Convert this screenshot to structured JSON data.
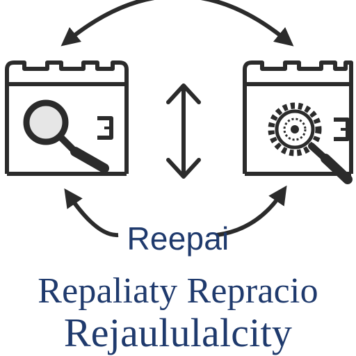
{
  "diagram": {
    "left_panel": {
      "icon": "magnifier-icon"
    },
    "right_panel": {
      "icon": "gear-magnifier-icon"
    },
    "center_icon": "bidirectional-arrow-icon",
    "cycle_arrows": [
      "top-arc-arrow",
      "bottom-arc-arrow"
    ],
    "colors": {
      "stroke": "#2b2b2b",
      "caption": "#1f3a6d",
      "lens_fill": "#e6e6e6"
    }
  },
  "captions": {
    "line1": "Reepai",
    "line2": "Repaliaty Repracio",
    "line3": "Rejaululalcity"
  }
}
